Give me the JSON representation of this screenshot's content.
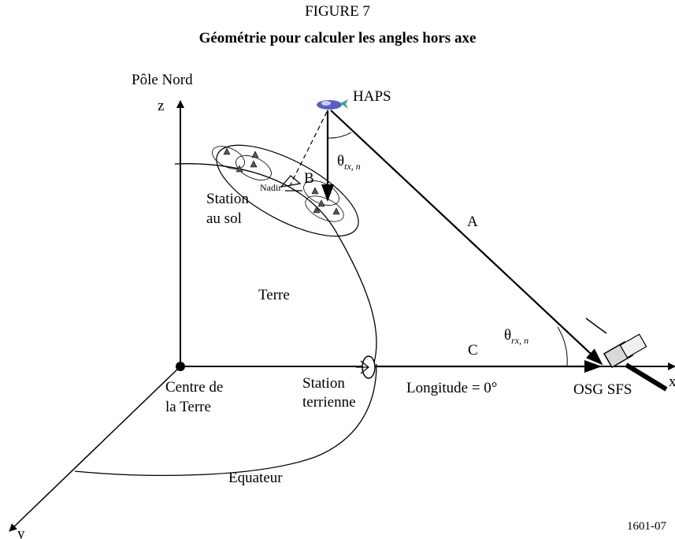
{
  "figure": {
    "number": "FIGURE 7",
    "title": "Géométrie pour calculer les angles hors axe",
    "reference": "1601-07"
  },
  "axes": {
    "z_label": "z",
    "z_pole": "Pôle Nord",
    "x_label": "x",
    "y_label": "y"
  },
  "labels": {
    "haps": "HAPS",
    "theta_tx": "θ",
    "theta_tx_sub": "tx, n",
    "theta_rx": "θ",
    "theta_rx_sub": "rx, n",
    "line_a": "A",
    "line_b": "B",
    "line_c": "C",
    "nadir": "Nadir",
    "ground_station_1": "Station",
    "ground_station_2": "au sol",
    "earth": "Terre",
    "earth_center_1": "Centre de",
    "earth_center_2": "la Terre",
    "earth_station_1": "Station",
    "earth_station_2": "terrienne",
    "longitude": "Longitude = 0°",
    "osg": "OSG SFS",
    "equator": "Equateur"
  }
}
